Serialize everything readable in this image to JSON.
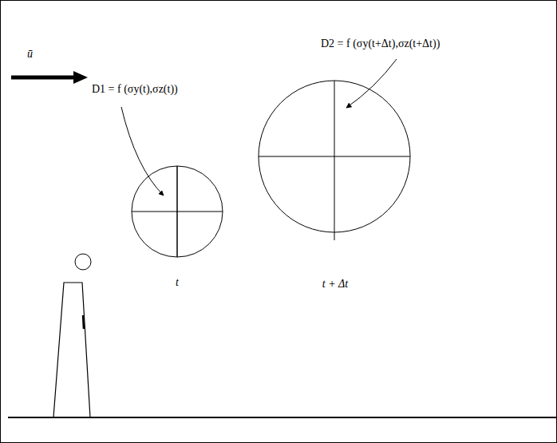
{
  "diagram": {
    "labels": [
      "ū",
      "D1 = f (σy(t),σz(t))",
      "D2 = f (σy(t+Δt),σz(t+Δt))",
      "t",
      "t + Δt"
    ]
  }
}
